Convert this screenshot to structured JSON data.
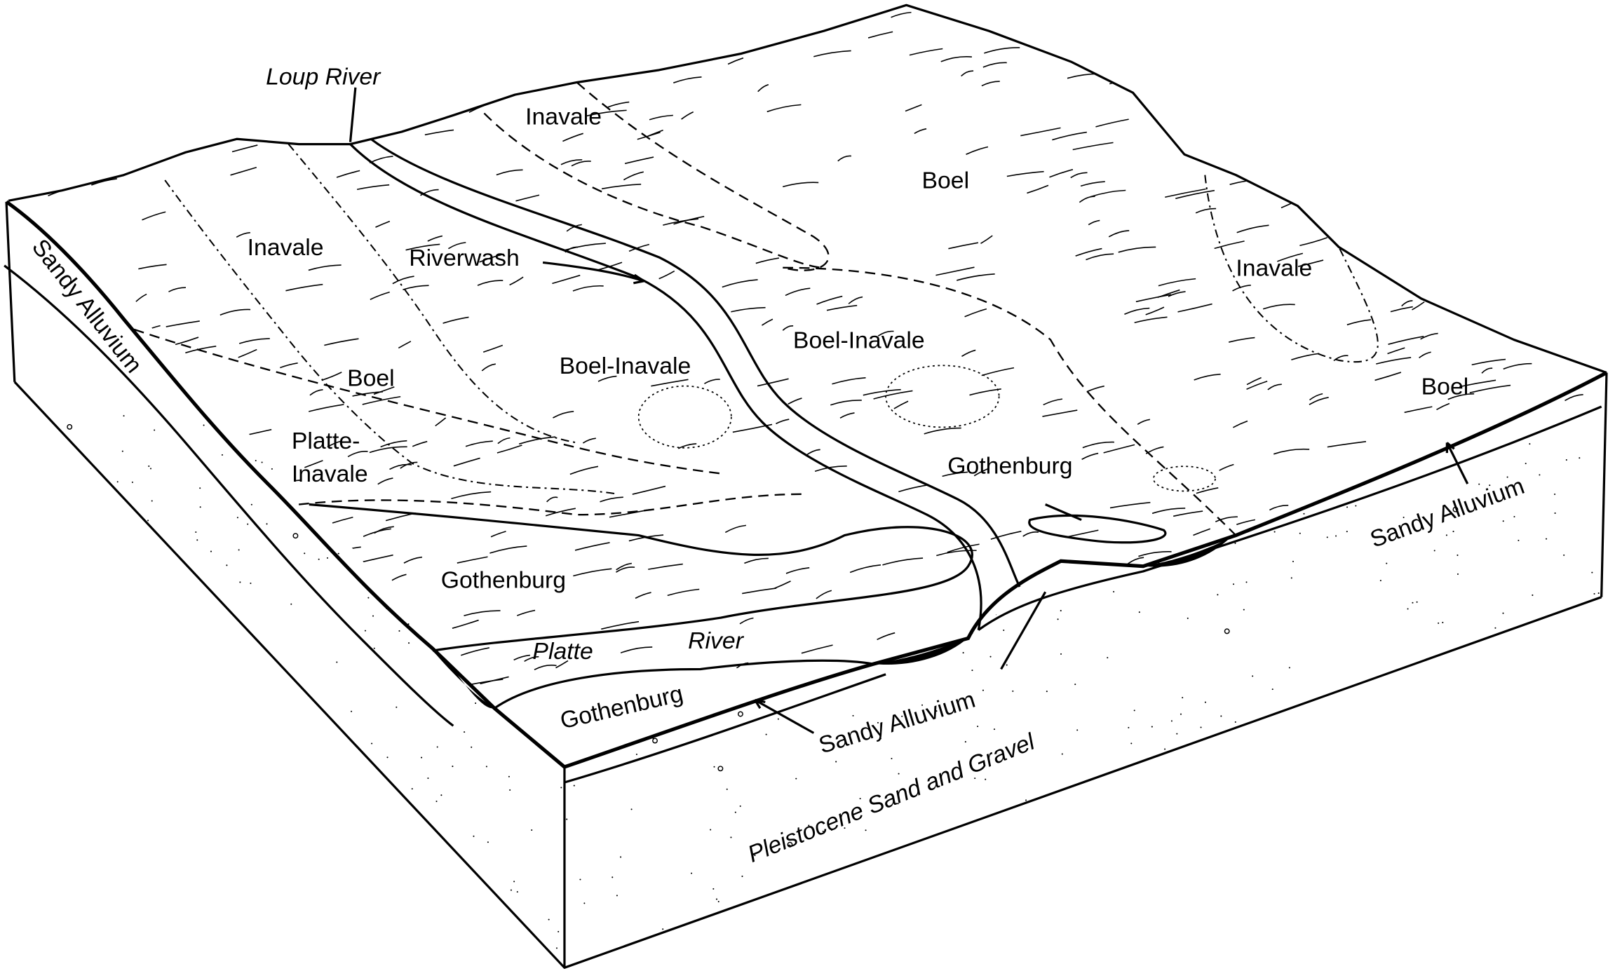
{
  "title": "Block diagram of soils along the Platte and Loup Rivers",
  "colors": {
    "ink": "#000000",
    "paper": "#ffffff"
  },
  "labels": {
    "loup_river": "Loup River",
    "inavale_top": "Inavale",
    "boel_top": "Boel",
    "inavale_left": "Inavale",
    "riverwash": "Riverwash",
    "inavale_right": "Inavale",
    "boel_inavale_right": "Boel-Inavale",
    "boel_left": "Boel",
    "boel_inavale_center": "Boel-Inavale",
    "boel_right": "Boel",
    "platte_inavale_1": "Platte-",
    "platte_inavale_2": "Inavale",
    "gothenburg_island": "Gothenburg",
    "gothenburg_main": "Gothenburg",
    "platte": "Platte",
    "river": "River",
    "gothenburg_front": "Gothenburg",
    "sandy_alluvium_left": "Sandy Alluvium",
    "sandy_alluvium_right": "Sandy Alluvium",
    "sandy_alluvium_front": "Sandy Alluvium",
    "pleistocene": "Pleistocene Sand and Gravel"
  }
}
